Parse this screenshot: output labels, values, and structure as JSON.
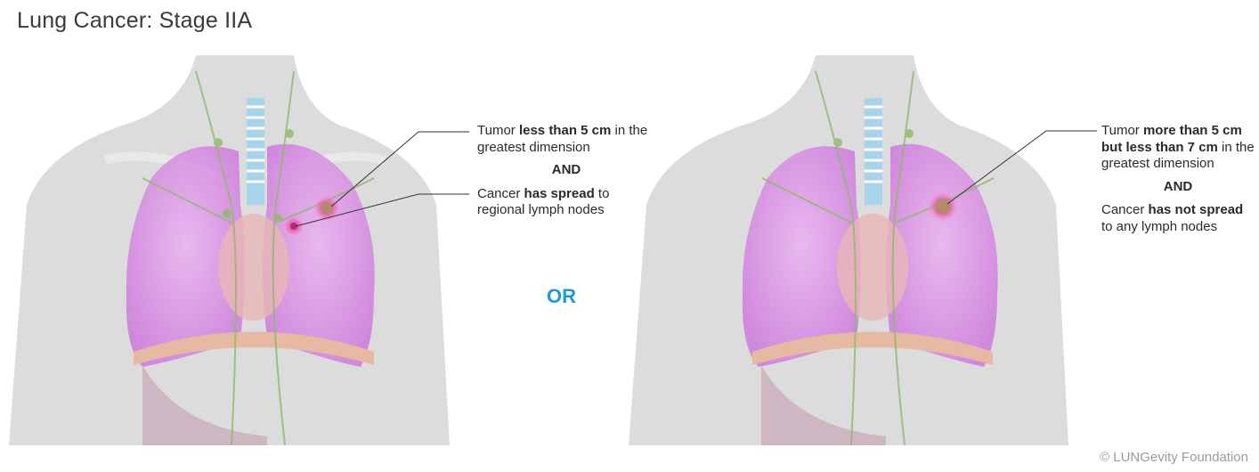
{
  "title": "Lung Cancer: Stage IIA",
  "separator": "OR",
  "panels": [
    {
      "tumor": {
        "pre": "Tumor ",
        "bold": "less than 5 cm",
        "post": " in the greatest dimension"
      },
      "connector": "AND",
      "spread": {
        "pre": "Cancer ",
        "bold": "has spread",
        "post": " to regional lymph nodes"
      }
    },
    {
      "tumor": {
        "pre": "Tumor ",
        "bold": "more than 5 cm but less than 7 cm",
        "post": " in the greatest dimension"
      },
      "connector": "AND",
      "spread": {
        "pre": "Cancer ",
        "bold": "has not spread",
        "post": " to any lymph nodes"
      }
    }
  ],
  "copyright": "© LUNGevity Foundation",
  "colors": {
    "or_accent": "#1e9ad6",
    "body": "#d9d9d9",
    "lung": "#d58be0",
    "tumor": "#e0308a",
    "lymph": "#8fb86a"
  }
}
